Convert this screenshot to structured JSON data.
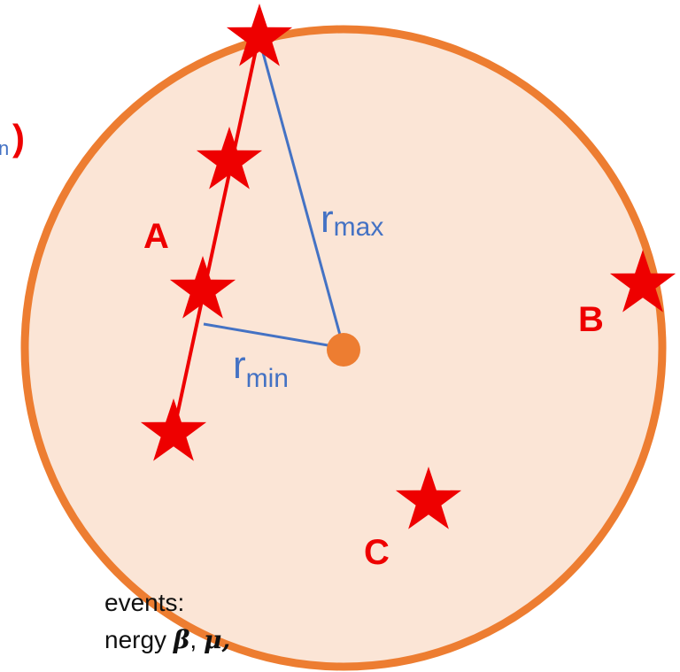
{
  "diagram": {
    "labels": {
      "track_a": "A",
      "event_b": "B",
      "event_c": "C",
      "r_max": "r",
      "r_max_sub": "max",
      "r_min": "r",
      "r_min_sub": "min"
    },
    "partial_text": {
      "top_left_sub": "n",
      "top_left_paren": ")",
      "line1": "events:",
      "line2_prefix": "nergy ",
      "line2_beta": "β",
      "line2_sep": ", ",
      "line2_mu": "μ",
      "line2_suffix": ","
    },
    "colors": {
      "detector_fill": "#fbe5d6",
      "detector_stroke": "#ed7d31",
      "center": "#ed7d31",
      "track": "#ee0000",
      "star": "#ee0000",
      "radius_line": "#4472c4",
      "label_red": "#ee0000",
      "label_blue": "#4472c4",
      "text": "#111111"
    }
  }
}
